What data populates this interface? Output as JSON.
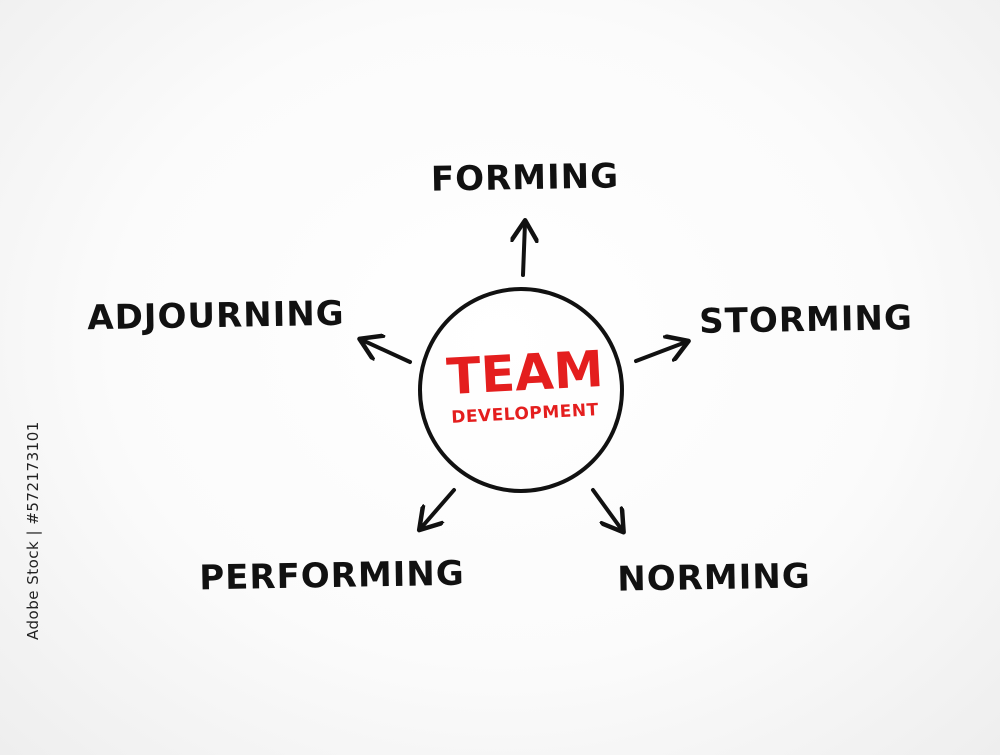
{
  "diagram": {
    "center": {
      "title": "TEAM",
      "subtitle": "DEVELOPMENT"
    },
    "stages": {
      "forming": "FORMING",
      "storming": "STORMING",
      "norming": "NORMING",
      "performing": "PERFORMING",
      "adjourning": "ADJOURNING"
    },
    "colors": {
      "center_text": "#e41e1e",
      "ink": "#111111"
    }
  },
  "watermark": {
    "stock_id": "Adobe Stock | #572173101"
  }
}
